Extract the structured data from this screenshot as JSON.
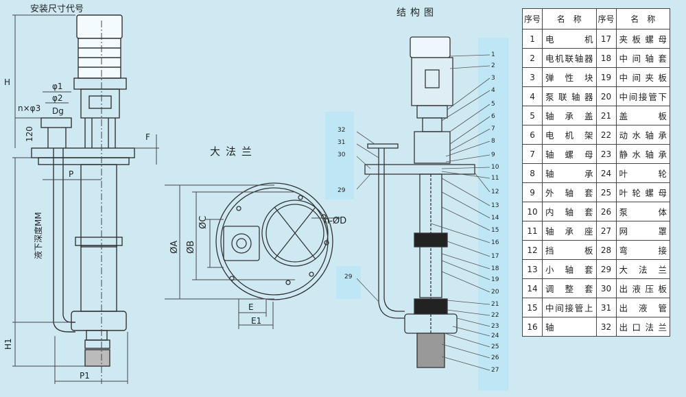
{
  "titles": {
    "install_dims": "安装尺寸代号",
    "structure": "结构图",
    "big_flange": "大法兰"
  },
  "left_view": {
    "labels": {
      "H": "H",
      "phi1": "φ1",
      "phi2": "φ2",
      "nphi3": "n×φ3",
      "Dg": "Dg",
      "d120": "120",
      "F": "F",
      "P": "P",
      "depth": "液下深度MM",
      "H1": "H1",
      "P1": "P1"
    }
  },
  "flange_view": {
    "labels": {
      "phiA": "ØA",
      "phiB": "ØB",
      "phiC": "ØC",
      "nD": "n-ØD",
      "E": "E",
      "E1": "E1"
    }
  },
  "structure_callouts": [
    "1",
    "2",
    "3",
    "4",
    "5",
    "6",
    "7",
    "8",
    "9",
    "10",
    "11",
    "12",
    "13",
    "14",
    "15",
    "16",
    "17",
    "18",
    "19",
    "20",
    "21",
    "22",
    "23",
    "24",
    "25",
    "26",
    "27"
  ],
  "structure_left_callouts": [
    "32",
    "31",
    "30",
    "29",
    "29"
  ],
  "parts_table": {
    "headers": [
      "序号",
      "名　称",
      "序号",
      "名　称"
    ],
    "rows": [
      [
        "1",
        "电机",
        "17",
        "夹板螺母"
      ],
      [
        "2",
        "电机联轴器",
        "18",
        "中间轴套"
      ],
      [
        "3",
        "弹性块",
        "19",
        "中间夹板"
      ],
      [
        "4",
        "泵联轴器",
        "20",
        "中间接管下"
      ],
      [
        "5",
        "轴承盖",
        "21",
        "盖板"
      ],
      [
        "6",
        "电机架",
        "22",
        "动水轴承"
      ],
      [
        "7",
        "轴螺母",
        "23",
        "静水轴承"
      ],
      [
        "8",
        "轴承",
        "24",
        "叶轮"
      ],
      [
        "9",
        "外轴套",
        "25",
        "叶轮螺母"
      ],
      [
        "10",
        "内轴套",
        "26",
        "泵体"
      ],
      [
        "11",
        "轴承座",
        "27",
        "网罩"
      ],
      [
        "12",
        "挡板",
        "28",
        "弯接"
      ],
      [
        "13",
        "小轴套",
        "29",
        "大法兰"
      ],
      [
        "14",
        "调整套",
        "30",
        "出液压板"
      ],
      [
        "15",
        "中间接管上",
        "31",
        "出液管"
      ],
      [
        "16",
        "轴",
        "32",
        "出口法兰"
      ]
    ]
  }
}
